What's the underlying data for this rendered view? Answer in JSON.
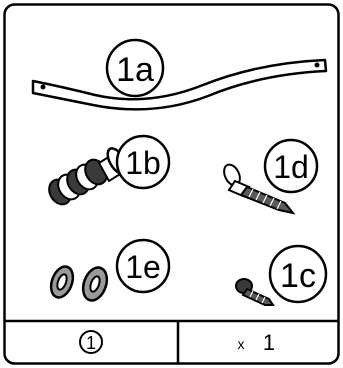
{
  "parts": [
    {
      "id": "1a",
      "icon": "metal-strap"
    },
    {
      "id": "1b",
      "icon": "wall-anchor-plug"
    },
    {
      "id": "1c",
      "icon": "short-screw"
    },
    {
      "id": "1d",
      "icon": "long-screw"
    },
    {
      "id": "1e",
      "icon": "washers"
    }
  ],
  "footer": {
    "pack_number": "1",
    "quantity_prefix": "x",
    "quantity": "1"
  },
  "colors": {
    "ink": "#000000",
    "paper": "#ffffff",
    "dark_fill": "#3a3a3a",
    "light_fill": "#9a9a9a"
  }
}
